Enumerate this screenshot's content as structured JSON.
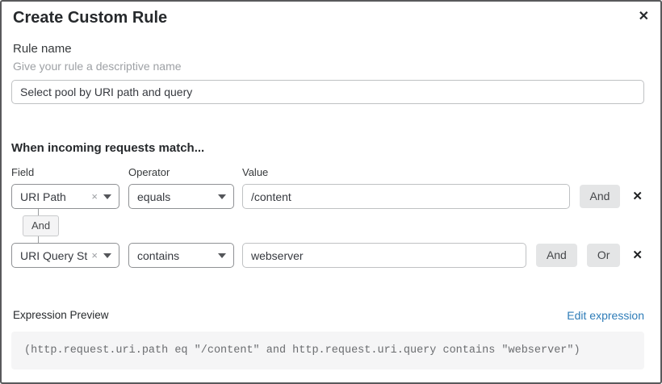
{
  "dialog": {
    "title": "Create Custom Rule"
  },
  "icons": {
    "close": "✕",
    "clear": "×",
    "delete": "✕"
  },
  "rule_name": {
    "label": "Rule name",
    "helper": "Give your rule a descriptive name",
    "value": "Select pool by URI path and query"
  },
  "match": {
    "heading": "When incoming requests match...",
    "columns": {
      "field": "Field",
      "operator": "Operator",
      "value": "Value"
    },
    "connector": "And",
    "rows": [
      {
        "field": "URI Path",
        "operator": "equals",
        "value": "/content",
        "and_label": "And"
      },
      {
        "field": "URI Query St...",
        "operator": "contains",
        "value": "webserver",
        "and_label": "And",
        "or_label": "Or"
      }
    ]
  },
  "expression": {
    "label": "Expression Preview",
    "edit_link": "Edit expression",
    "code": "(http.request.uri.path eq \"/content\" and http.request.uri.query contains \"webserver\")"
  },
  "colors": {
    "link_blue": "#2e7cb8",
    "button_gray": "#e4e5e6",
    "code_background": "#f5f5f6",
    "dialog_border": "#58595b"
  }
}
